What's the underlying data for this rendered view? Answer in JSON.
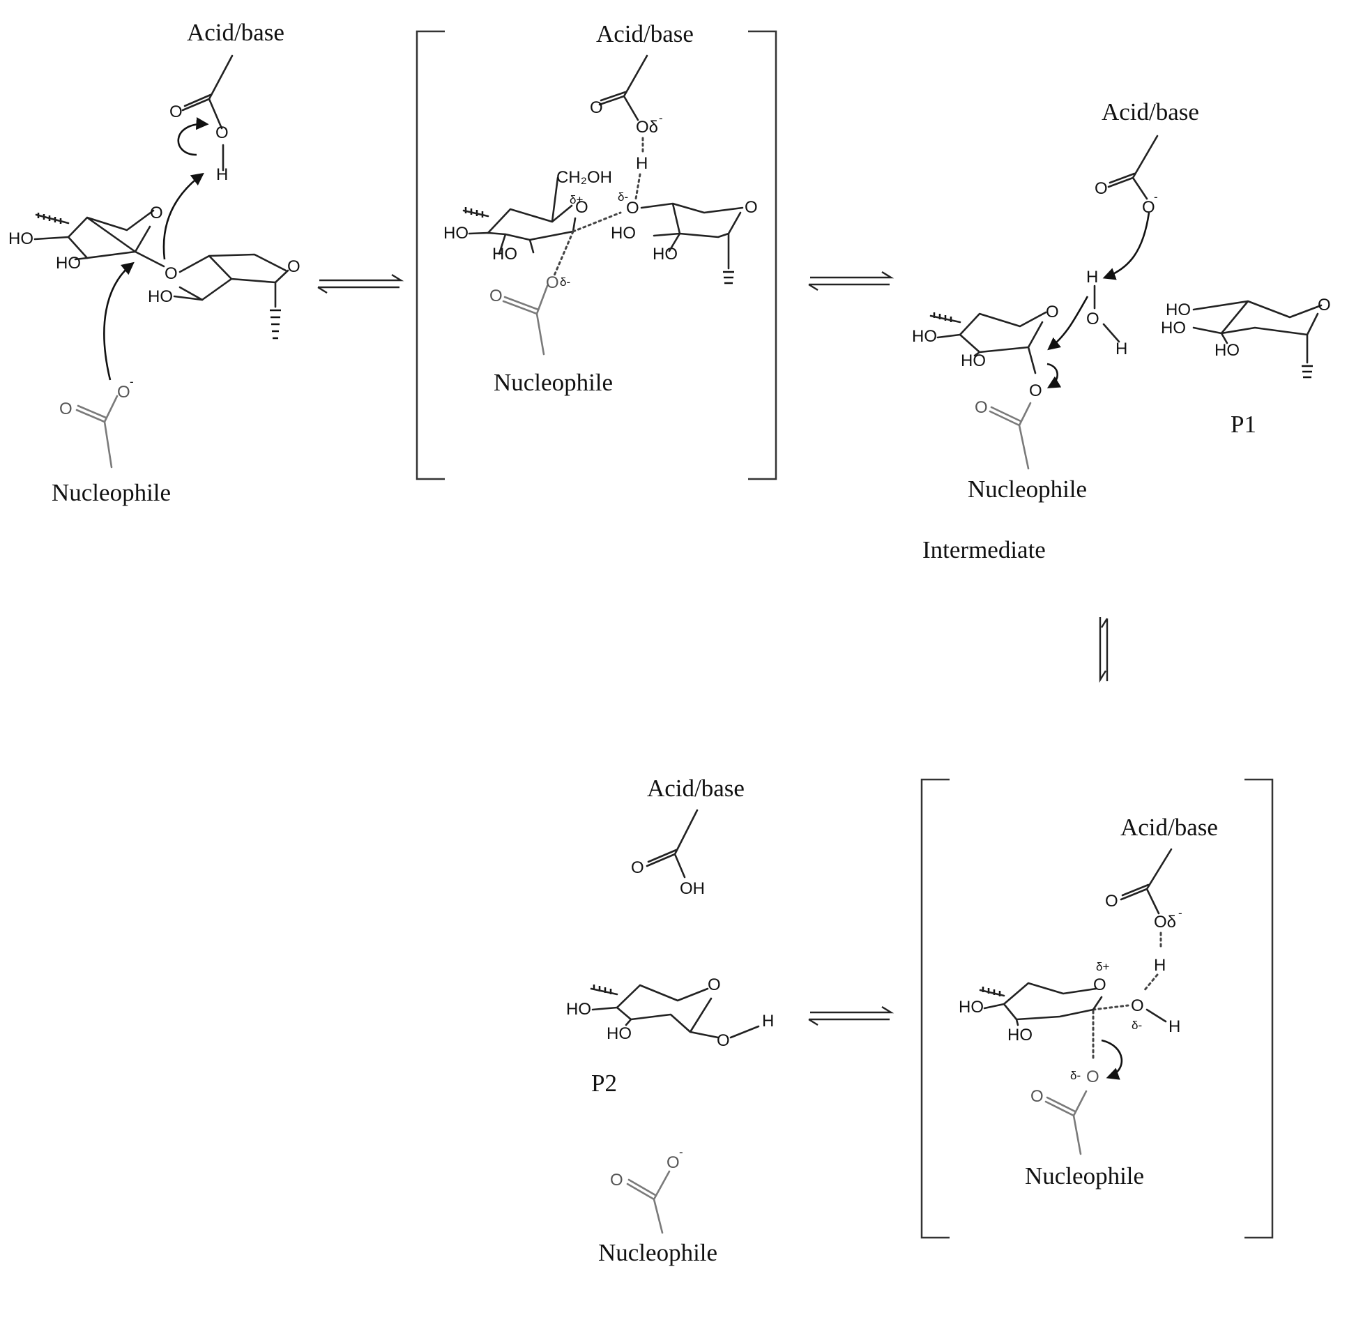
{
  "labels": {
    "acid_base": "Acid/base",
    "nucleophile": "Nucleophile",
    "intermediate": "Intermediate",
    "p1": "P1",
    "p2": "P2"
  },
  "atoms": {
    "o": "O",
    "o_minus": "O",
    "h": "H",
    "ho": "HO",
    "oh": "OH",
    "ch2oh": "CH₂OH",
    "o_delta": "Oδ"
  },
  "charges": {
    "minus": "-",
    "delta_minus": "δ-",
    "delta_plus": "δ+"
  }
}
